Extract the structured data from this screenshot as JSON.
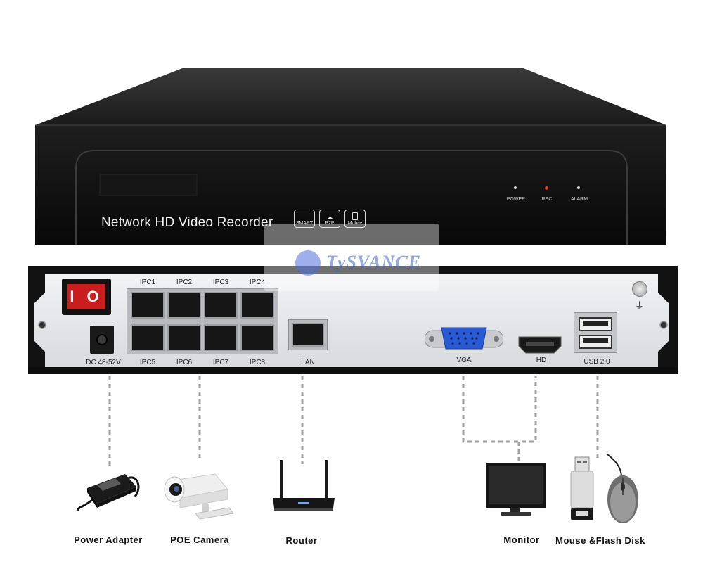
{
  "front_panel": {
    "title": "Network HD Video Recorder",
    "badges": [
      "SMART",
      "P2P",
      "Mobile"
    ],
    "leds": [
      "POWER",
      "REC",
      "ALARM"
    ]
  },
  "watermark": "TySVANCE",
  "rear_panel": {
    "ipc_top": [
      "IPC1",
      "IPC2",
      "IPC3",
      "IPC4"
    ],
    "ipc_bottom": [
      "IPC5",
      "IPC6",
      "IPC7",
      "IPC8"
    ],
    "power_label": "DC 48-52V",
    "lan_label": "LAN",
    "vga_label": "VGA",
    "hd_label": "HD",
    "usb_label": "USB 2.0"
  },
  "devices": {
    "power_adapter": "Power Adapter",
    "poe_camera": "POE Camera",
    "router": "Router",
    "monitor": "Monitor",
    "mouse_flash": "Mouse &Flash Disk"
  },
  "colors": {
    "chassis": "#111111",
    "rear_plate": "#e4e5e7",
    "vga_blue": "#2a5bd7",
    "switch_red": "#c81e1e",
    "rec_led": "#e23b1d",
    "dashed_line": "#a0a0a0"
  }
}
